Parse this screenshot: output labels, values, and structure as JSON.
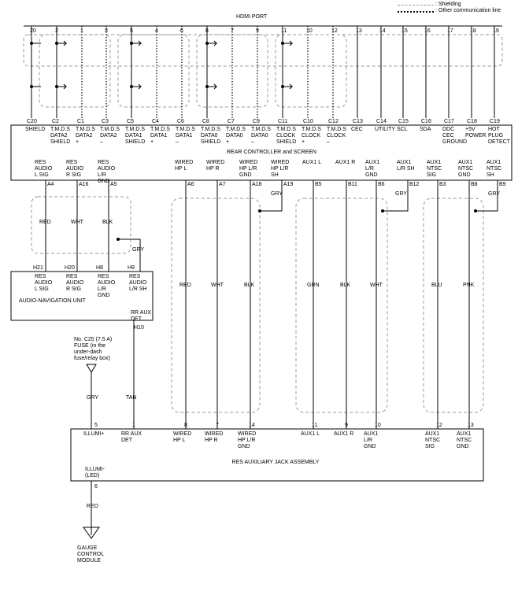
{
  "legend": {
    "shielding": ": Shielding",
    "other_comm": ": Other communication line"
  },
  "hdmi": {
    "title": "HDMI PORT",
    "pins": [
      {
        "pin": "20",
        "term": "C20",
        "label": "SHIELD"
      },
      {
        "pin": "2",
        "term": "C2",
        "label": "T.M.D.S DATA2 SHIELD"
      },
      {
        "pin": "1",
        "term": "C1",
        "label": "T.M.D.S DATA2 +"
      },
      {
        "pin": "3",
        "term": "C3",
        "label": "T.M.D.S DATA2 –"
      },
      {
        "pin": "5",
        "term": "C5",
        "label": "T.M.D.S DATA1 SHIELD"
      },
      {
        "pin": "4",
        "term": "C4",
        "label": "T.M.D.S DATA1 +"
      },
      {
        "pin": "6",
        "term": "C6",
        "label": "T.M.D.S DATA1 –"
      },
      {
        "pin": "8",
        "term": "C8",
        "label": "T.M.D.S DATA0 SHIELD"
      },
      {
        "pin": "7",
        "term": "C7",
        "label": "T.M.D.S DATA0 +"
      },
      {
        "pin": "9",
        "term": "C9",
        "label": "T.M.D.S DATA0 –"
      },
      {
        "pin": "11",
        "term": "C11",
        "label": "T.M.D.S CLOCK SHIELD"
      },
      {
        "pin": "10",
        "term": "C10",
        "label": "T.M.D.S CLOCK +"
      },
      {
        "pin": "12",
        "term": "C12",
        "label": "T.M.D.S CLOCK –"
      },
      {
        "pin": "13",
        "term": "C13",
        "label": "CEC"
      },
      {
        "pin": "14",
        "term": "C14",
        "label": "UTILITY"
      },
      {
        "pin": "15",
        "term": "C15",
        "label": "SCL"
      },
      {
        "pin": "16",
        "term": "C16",
        "label": "SDA"
      },
      {
        "pin": "17",
        "term": "C17",
        "label": "DDC CEC GROUND"
      },
      {
        "pin": "18",
        "term": "C18",
        "label": "+5V POWER"
      },
      {
        "pin": "19",
        "term": "C19",
        "label": "HOT PLUG DETECT"
      }
    ]
  },
  "rear_controller": {
    "title": "REAR CONTROLLER and SCREEN",
    "bottom_pins": [
      {
        "label": "RES AUDIO L SIG",
        "term": "A4"
      },
      {
        "label": "RES AUDIO R SIG",
        "term": "A16"
      },
      {
        "label": "RES AUDIO L/R GND",
        "term": "A5"
      },
      {
        "label": "WIRED HP L",
        "term": "A6"
      },
      {
        "label": "WIRED HP R",
        "term": "A7"
      },
      {
        "label": "WIRED HP L/R GND",
        "term": "A18"
      },
      {
        "label": "WIRED HP L/R SH",
        "term": "A19"
      },
      {
        "label": "AUX1 L",
        "term": "B5"
      },
      {
        "label": "AUX1 R",
        "term": "B11"
      },
      {
        "label": "AUX1 L/R GND",
        "term": "B6"
      },
      {
        "label": "AUX1 L/R SH",
        "term": "B12"
      },
      {
        "label": "AUX1 NTSC SIG",
        "term": "B3"
      },
      {
        "label": "AUX1 NTSC GND",
        "term": "B8"
      },
      {
        "label": "AUX1 NTSC SH",
        "term": "B9"
      }
    ]
  },
  "audio_nav": {
    "title": "AUDIO-NAVIGATION UNIT",
    "pins": [
      {
        "label": "RES AUDIO L SIG",
        "term": "H21"
      },
      {
        "label": "RES AUDIO R SIG",
        "term": "H20"
      },
      {
        "label": "RES AUDIO L/R GND",
        "term": "H8"
      },
      {
        "label": "RES AUDIO L/R SH",
        "term": "H9"
      }
    ],
    "rr_aux_det": {
      "label": "RR AUX DET",
      "term": "H10"
    }
  },
  "wires": {
    "audio_l": "RED",
    "audio_r": "WHT",
    "audio_gnd": "BLK",
    "audio_sh": "GRY",
    "hp_l": "RED",
    "hp_r": "WHT",
    "hp_gnd": "BLK",
    "hp_sh": "GRY",
    "aux_l": "GRN",
    "aux_r": "BLK",
    "aux_gnd": "WHT",
    "aux_sh": "GRY",
    "ntsc_sig": "BLU",
    "ntsc_gnd": "PNK",
    "ntsc_sh": "GRY",
    "illumi": "GRY",
    "rr_aux_det": "TAN",
    "illumi_led": "RED"
  },
  "fuse": {
    "text": [
      "No. C25 (7.5 A)",
      "FUSE (in the",
      "under-dash",
      "fuse/relay box)"
    ]
  },
  "jack": {
    "title": "RES AUXILIARY JACK ASSEMBLY",
    "pins": [
      {
        "label": "ILLUMI+",
        "term": "5"
      },
      {
        "label": "RR AUX DET",
        "term": "1"
      },
      {
        "label": "WIRED HP L",
        "term": "8"
      },
      {
        "label": "WIRED HP R",
        "term": "7"
      },
      {
        "label": "WIRED HP L/R GND",
        "term": "14"
      },
      {
        "label": "AUX1 L",
        "term": "11"
      },
      {
        "label": "AUX1 R",
        "term": "9"
      },
      {
        "label": "AUX1 L/R GND",
        "term": "10"
      },
      {
        "label": "AUX1 NTSC SIG",
        "term": "12"
      },
      {
        "label": "AUX1 NTSC GND",
        "term": "13"
      }
    ],
    "illumi_led": {
      "label": "ILLUMI- (LED)",
      "term": "6"
    }
  },
  "gauge": {
    "text": [
      "GAUGE",
      "CONTROL",
      "MODULE"
    ]
  }
}
